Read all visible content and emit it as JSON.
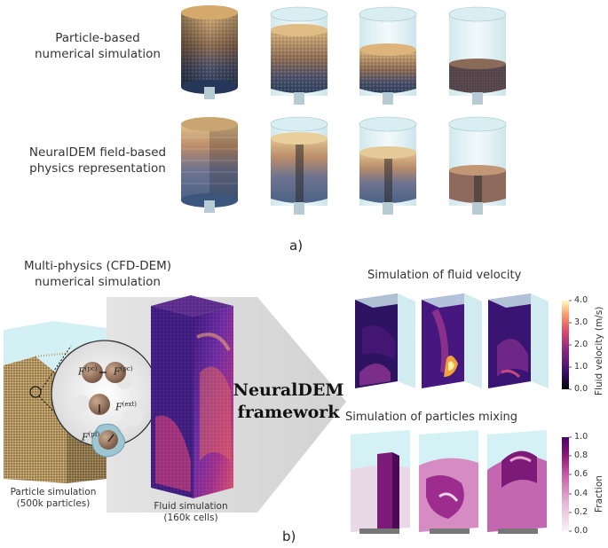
{
  "panel_a": {
    "row1_label": [
      "Particle-based",
      "numerical simulation"
    ],
    "row2_label": [
      "NeuralDEM field-based",
      "physics representation"
    ],
    "letter": "a)"
  },
  "panel_b": {
    "title": [
      "Multi-physics (CFD-DEM)",
      "numerical simulation"
    ],
    "particle_caption": [
      "Particle simulation",
      "(500k particles)"
    ],
    "fluid_caption": [
      "Fluid simulation",
      "(160k cells)"
    ],
    "framework": [
      "NeuralDEM",
      "framework"
    ],
    "letter": "b)",
    "forces": {
      "pc1": "pc",
      "pc2": "pc",
      "ext": "ext",
      "pf": "pf"
    },
    "fluid_velocity": {
      "title": "Simulation of fluid velocity",
      "colorbar_title": "Fluid velocity (m/s)",
      "ticks": [
        "4.0",
        "3.0",
        "2.0",
        "1.0",
        "0.0"
      ],
      "colors": [
        "#000004",
        "#3b0f70",
        "#8c2981",
        "#de4968",
        "#fe9f6d",
        "#fcfdbf"
      ]
    },
    "mixing": {
      "title": "Simulation of particles mixing",
      "colorbar_title": "Fraction",
      "ticks": [
        "1.0",
        "0.8",
        "0.6",
        "0.4",
        "0.2",
        "0.0"
      ],
      "colors": [
        "#f7f4f9",
        "#e7b6d7",
        "#c95aa8",
        "#8e1a7a",
        "#49006a"
      ]
    }
  }
}
